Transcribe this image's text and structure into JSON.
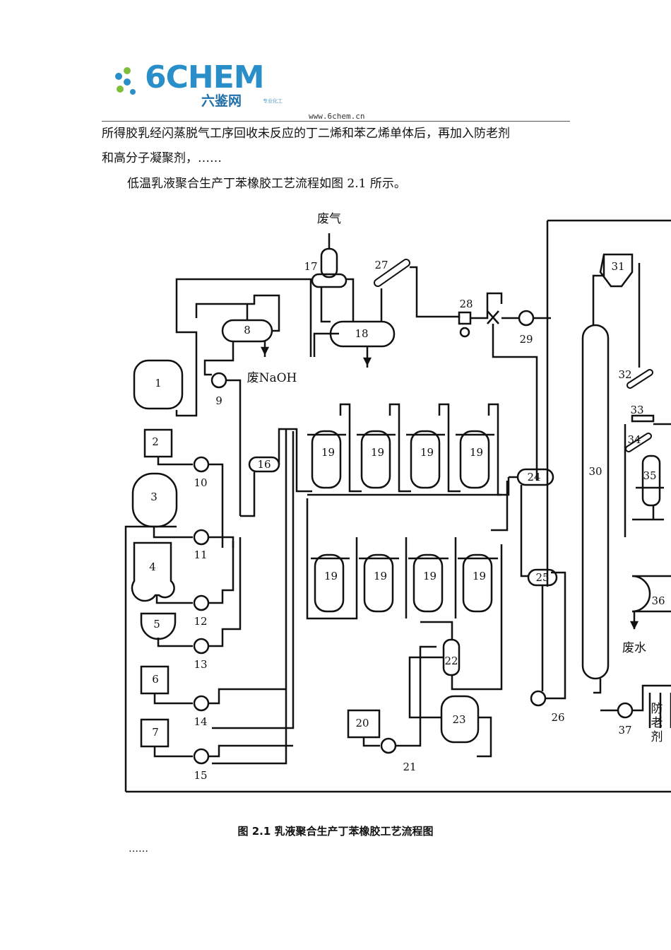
{
  "header": {
    "logo_mark": "6CHEM",
    "logo_cn": "六鉴网",
    "logo_tagline": "专业化工",
    "site_url": "www.6chem.cn",
    "logo_color": "#2a8fc9"
  },
  "body": {
    "para1": "所得胶乳经闪蒸脱气工序回收未反应的丁二烯和苯乙烯单体后，再加入防老剂",
    "para2": "和高分子凝聚剂，……",
    "para3": "低温乳液聚合生产丁苯橡胶工艺流程如图 2.1 所示。"
  },
  "diagram": {
    "labels": {
      "waste_gas": "废气",
      "waste_naoh": "废NaOH",
      "waste_water": "废水",
      "antioxidant": "防老剂"
    },
    "units": [
      "1",
      "2",
      "3",
      "4",
      "5",
      "6",
      "7",
      "8",
      "9",
      "10",
      "11",
      "12",
      "13",
      "14",
      "15",
      "16",
      "17",
      "18",
      "19",
      "20",
      "21",
      "22",
      "23",
      "24",
      "25",
      "26",
      "27",
      "28",
      "29",
      "30",
      "31",
      "32",
      "33",
      "34",
      "35",
      "36",
      "37"
    ]
  },
  "figure": {
    "caption": "图 2.1 乳液聚合生产丁苯橡胶工艺流程图",
    "ellipsis": "……"
  }
}
